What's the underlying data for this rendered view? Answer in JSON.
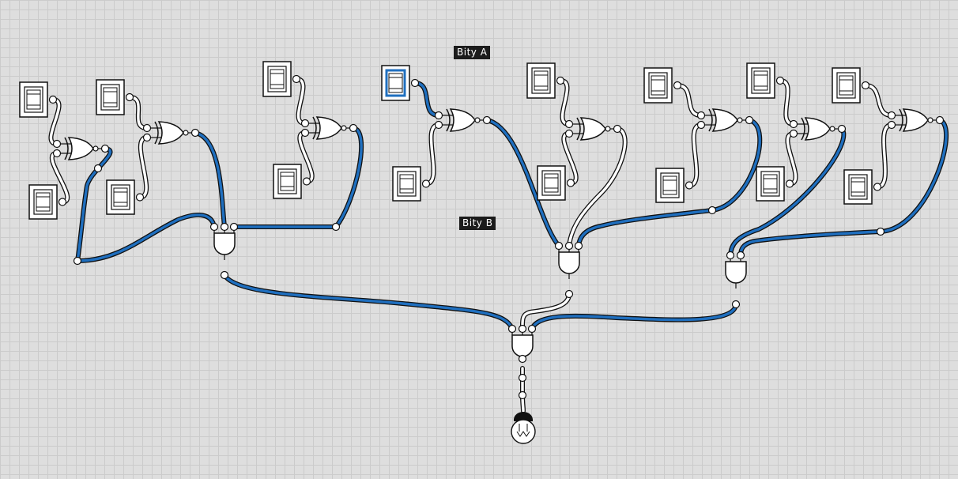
{
  "labels": {
    "bits_a": "Bity A",
    "bits_b": "Bity B"
  },
  "colors": {
    "wire_active": "#1f6fbf",
    "wire_inactive": "#ffffff",
    "outline": "#111111",
    "background": "#dedede",
    "grid": "#cbcbcb"
  },
  "components": {
    "switches_a_count": 8,
    "switches_b_count": 8,
    "xnor_gates": 8,
    "and_gates": 4,
    "lamp": "lamp-icon"
  },
  "switch_states": [
    "off",
    "off",
    "off",
    "off",
    "off",
    "off",
    "on",
    "off",
    "off",
    "off",
    "off",
    "off",
    "off",
    "off",
    "off",
    "off"
  ]
}
